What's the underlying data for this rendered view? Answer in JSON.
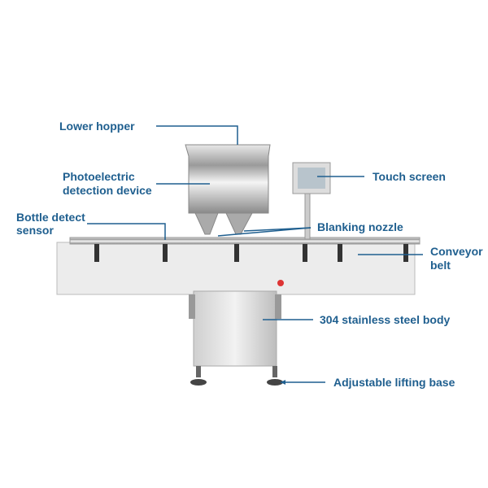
{
  "labels": {
    "lower_hopper": "Lower hopper",
    "photoelectric_1": "Photoelectric",
    "photoelectric_2": "detection device",
    "bottle_1": "Bottle detect",
    "bottle_2": "sensor",
    "touch_screen": "Touch screen",
    "blanking_nozzle": "Blanking nozzle",
    "conveyor_1": "Conveyor",
    "conveyor_2": "belt",
    "body": "304 stainless steel body",
    "base": "Adjustable lifting base"
  },
  "colors": {
    "label": "#1f5f8f",
    "leader": "#1f5f8f"
  }
}
